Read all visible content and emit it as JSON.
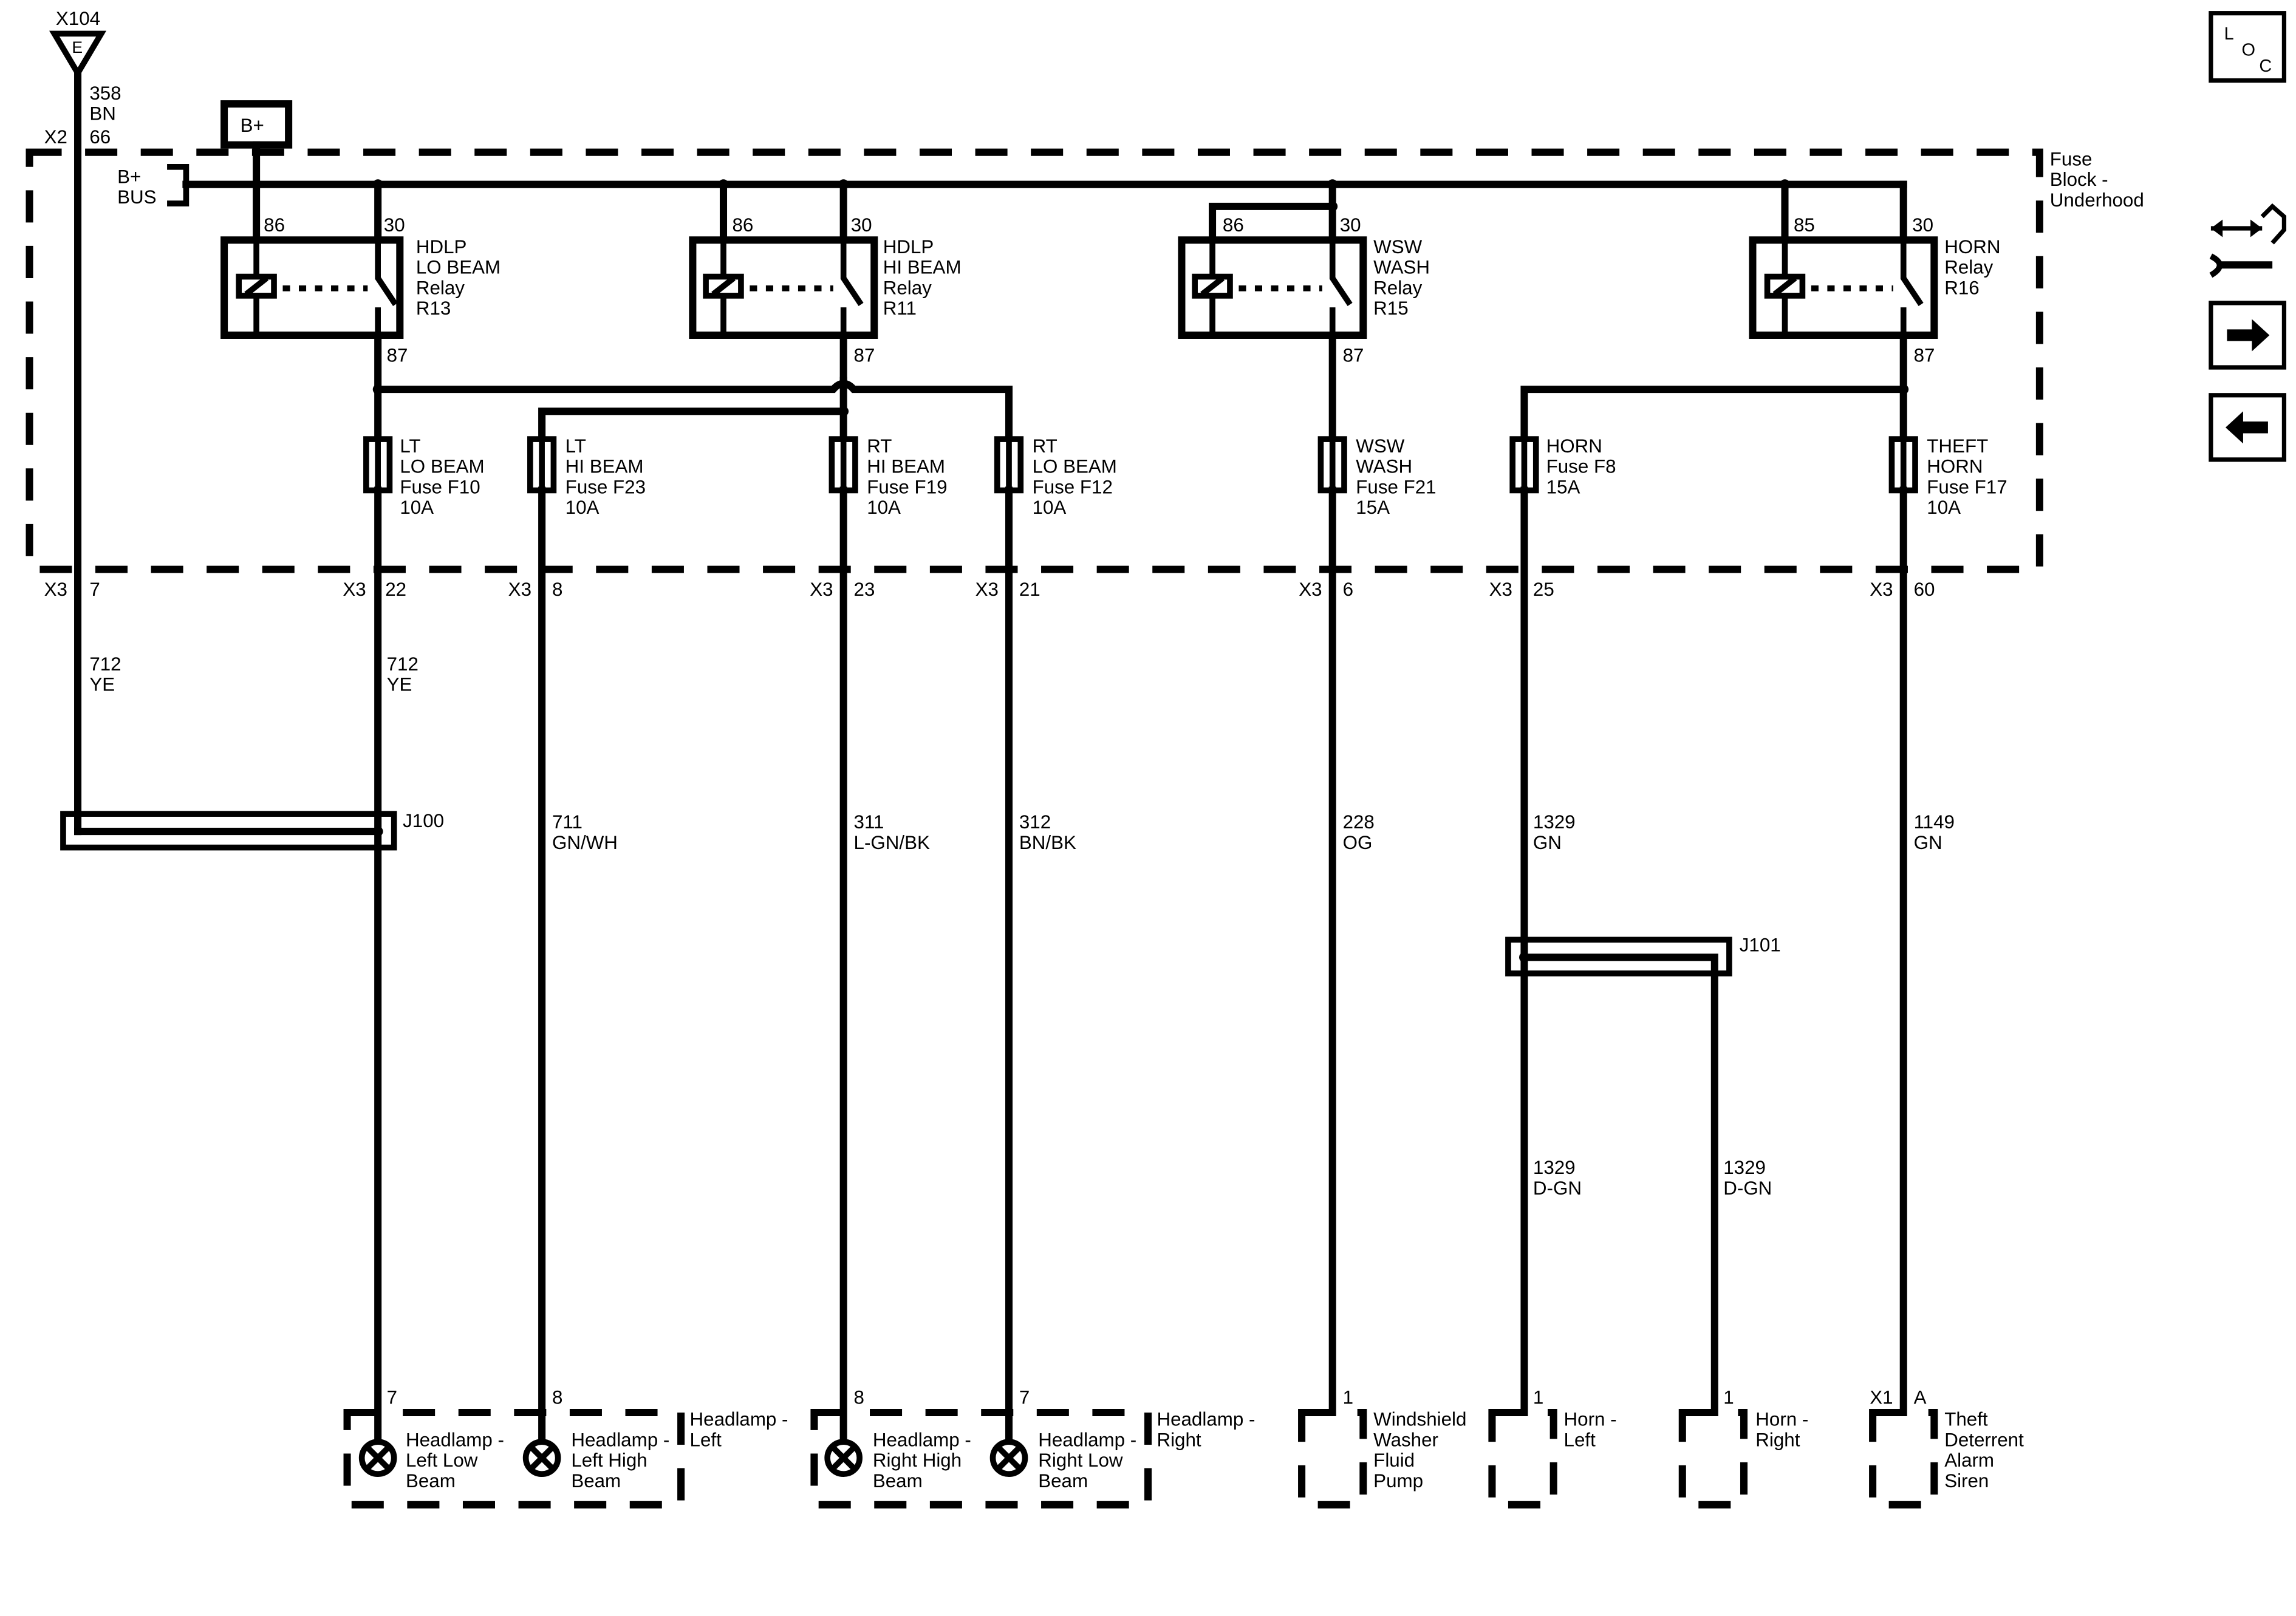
{
  "ground": {
    "connector": "X104",
    "letter": "E",
    "circuit": "358",
    "color": "BN",
    "pin_connector": "X2",
    "pin": "66"
  },
  "bplus": {
    "label": "B+"
  },
  "bus": {
    "label1": "B+",
    "label2": "BUS"
  },
  "fuse_block": {
    "line1": "Fuse",
    "line2": "Block -",
    "line3": "Underhood"
  },
  "relays": [
    {
      "id": "r13",
      "coil_pin": "86",
      "switch_pin": "30",
      "out_pin": "87",
      "lines": [
        "HDLP",
        "LO BEAM",
        "Relay",
        "R13"
      ]
    },
    {
      "id": "r11",
      "coil_pin": "86",
      "switch_pin": "30",
      "out_pin": "87",
      "lines": [
        "HDLP",
        "HI BEAM",
        "Relay",
        "R11"
      ]
    },
    {
      "id": "r15",
      "coil_pin": "86",
      "switch_pin": "30",
      "out_pin": "87",
      "lines": [
        "WSW",
        "WASH",
        "Relay",
        "R15"
      ]
    },
    {
      "id": "r16",
      "coil_pin": "85",
      "switch_pin": "30",
      "out_pin": "87",
      "lines": [
        "HORN",
        "Relay",
        "R16"
      ]
    }
  ],
  "fuses": [
    {
      "id": "f10",
      "lines": [
        "LT",
        "LO BEAM",
        "Fuse F10",
        "10A"
      ]
    },
    {
      "id": "f23",
      "lines": [
        "LT",
        "HI BEAM",
        "Fuse F23",
        "10A"
      ]
    },
    {
      "id": "f19",
      "lines": [
        "RT",
        "HI BEAM",
        "Fuse F19",
        "10A"
      ]
    },
    {
      "id": "f12",
      "lines": [
        "RT",
        "LO BEAM",
        "Fuse F12",
        "10A"
      ]
    },
    {
      "id": "f21",
      "lines": [
        "WSW",
        "WASH",
        "Fuse F21",
        "15A"
      ]
    },
    {
      "id": "f8",
      "lines": [
        "HORN",
        "Fuse F8",
        "15A"
      ]
    },
    {
      "id": "f17",
      "lines": [
        "THEFT",
        "HORN",
        "Fuse F17",
        "10A"
      ]
    }
  ],
  "connectors_x3": [
    {
      "conn": "X3",
      "pin": "7"
    },
    {
      "conn": "X3",
      "pin": "22"
    },
    {
      "conn": "X3",
      "pin": "8"
    },
    {
      "conn": "X3",
      "pin": "23"
    },
    {
      "conn": "X3",
      "pin": "21"
    },
    {
      "conn": "X3",
      "pin": "6"
    },
    {
      "conn": "X3",
      "pin": "25"
    },
    {
      "conn": "X3",
      "pin": "60"
    }
  ],
  "wires": [
    {
      "id": "w712a",
      "number": "712",
      "color": "YE"
    },
    {
      "id": "w712b",
      "number": "712",
      "color": "YE"
    },
    {
      "id": "w711",
      "number": "711",
      "color": "GN/WH"
    },
    {
      "id": "w311",
      "number": "311",
      "color": "L-GN/BK"
    },
    {
      "id": "w312",
      "number": "312",
      "color": "BN/BK"
    },
    {
      "id": "w228",
      "number": "228",
      "color": "OG"
    },
    {
      "id": "w1329",
      "number": "1329",
      "color": "GN"
    },
    {
      "id": "w1149",
      "number": "1149",
      "color": "GN"
    },
    {
      "id": "w1329l",
      "number": "1329",
      "color": "D-GN"
    },
    {
      "id": "w1329r",
      "number": "1329",
      "color": "D-GN"
    }
  ],
  "splices": {
    "j100": "J100",
    "j101": "J101"
  },
  "component_pins": {
    "hl_left_low": "7",
    "hl_left_high": "8",
    "hl_right_high": "8",
    "hl_right_low": "7",
    "washer_pump": "1",
    "horn_left": "1",
    "horn_right": "1",
    "siren_conn": "X1",
    "siren_pin": "A"
  },
  "components": {
    "headlamp_left": {
      "group": [
        "Headlamp -",
        "Left"
      ],
      "low": [
        "Headlamp -",
        "Left Low",
        "Beam"
      ],
      "high": [
        "Headlamp -",
        "Left High",
        "Beam"
      ]
    },
    "headlamp_right": {
      "group": [
        "Headlamp -",
        "Right"
      ],
      "high": [
        "Headlamp -",
        "Right High",
        "Beam"
      ],
      "low": [
        "Headlamp -",
        "Right Low",
        "Beam"
      ]
    },
    "washer_pump": [
      "Windshield",
      "Washer",
      "Fluid",
      "Pump"
    ],
    "horn_left": [
      "Horn -",
      "Left"
    ],
    "horn_right": [
      "Horn -",
      "Right"
    ],
    "siren": [
      "Theft",
      "Deterrent",
      "Alarm",
      "Siren"
    ]
  },
  "nav": {
    "loc": {
      "l": "L",
      "o": "O",
      "c": "C"
    },
    "icons": [
      "connector-tools-icon",
      "arrow-right-icon",
      "arrow-left-icon"
    ]
  }
}
